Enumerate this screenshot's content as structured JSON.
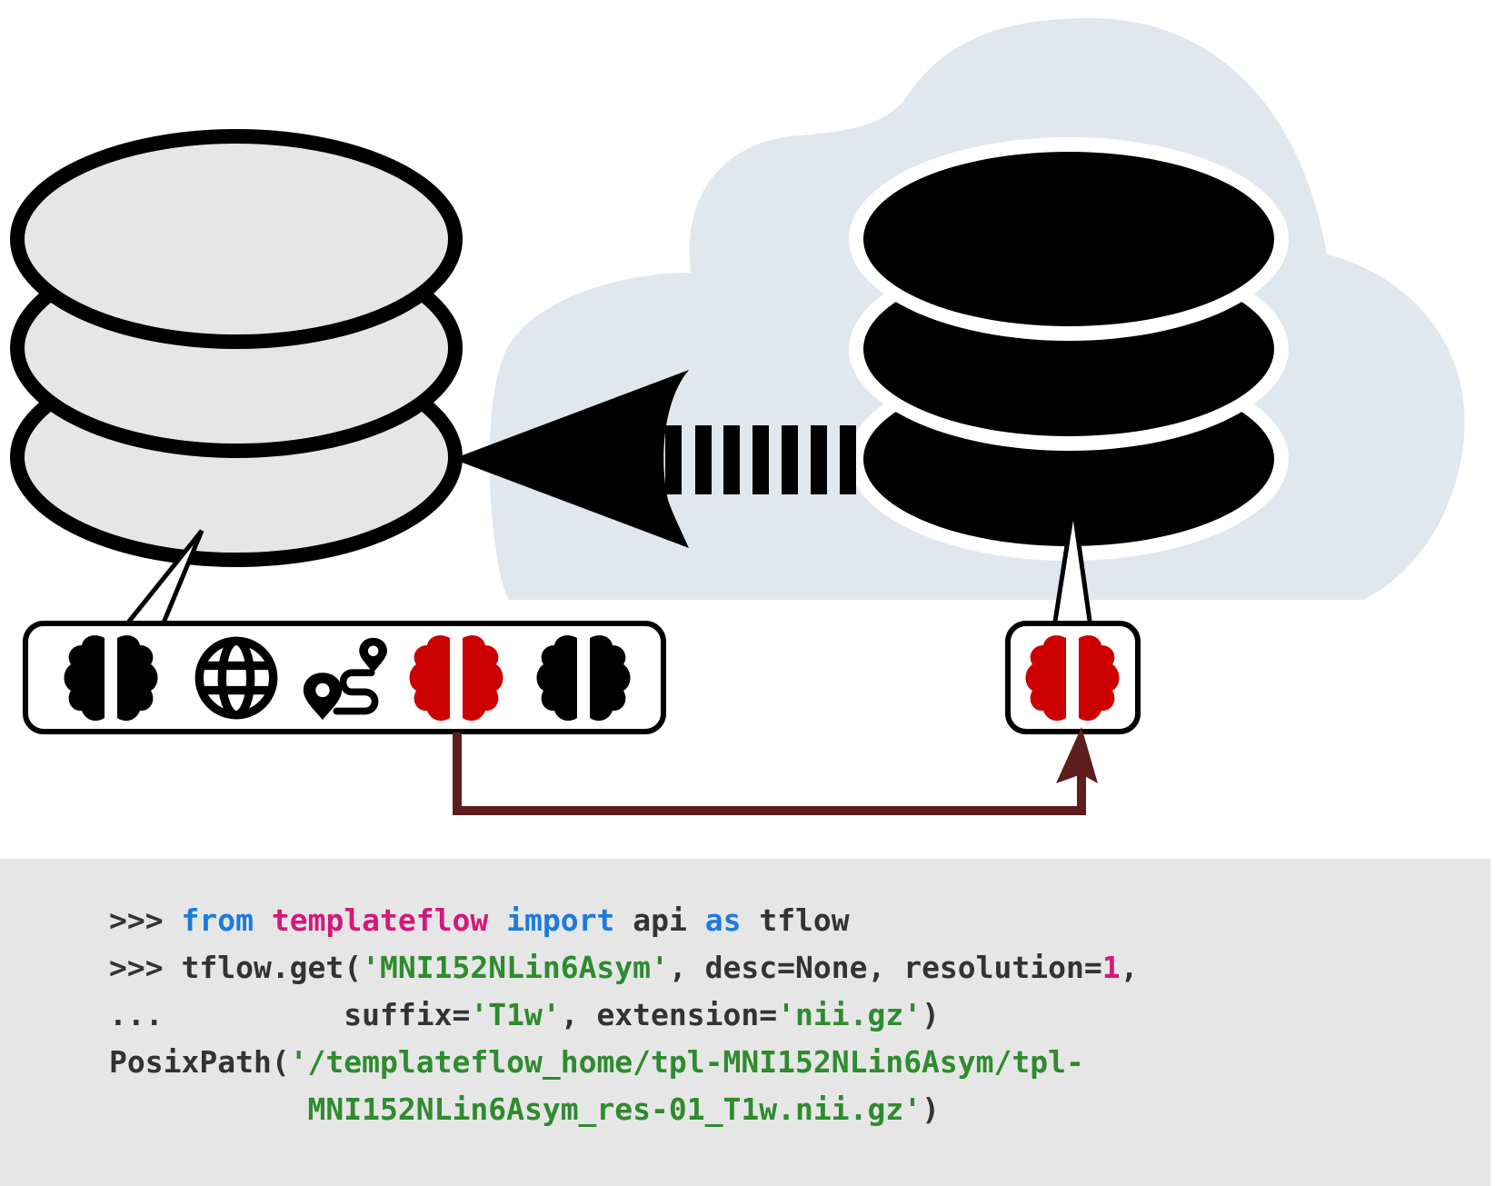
{
  "colors": {
    "cloud": "#e1e7ee",
    "local_db_fill": "#e6e6e6",
    "remote_db_fill": "#000000",
    "brain_red": "#cc0000",
    "brain_black": "#000000",
    "arrow_dark_red": "#5e1e1e",
    "panel_bg": "#e6e6e6",
    "code_plain": "#333333",
    "code_keyword": "#1a7be0",
    "code_module": "#d4187a",
    "code_string": "#2e8b2e",
    "code_number": "#d4187a"
  },
  "local_cache": {
    "icons": [
      "brain-icon",
      "globe-icon",
      "route-icon",
      "brain-icon",
      "brain-icon"
    ],
    "selected_index": 3
  },
  "remote_archive": {
    "icons": [
      "brain-icon"
    ]
  },
  "code": {
    "lines": [
      [
        {
          "t": ">>> ",
          "k": "plain"
        },
        {
          "t": "from",
          "k": "kw"
        },
        {
          "t": " ",
          "k": "plain"
        },
        {
          "t": "templateflow",
          "k": "mod"
        },
        {
          "t": " ",
          "k": "plain"
        },
        {
          "t": "import",
          "k": "kw"
        },
        {
          "t": " api ",
          "k": "plain"
        },
        {
          "t": "as",
          "k": "kw"
        },
        {
          "t": " tflow",
          "k": "plain"
        }
      ],
      [
        {
          "t": ">>> tflow.get(",
          "k": "plain"
        },
        {
          "t": "'MNI152NLin6Asym'",
          "k": "str"
        },
        {
          "t": ", desc=None, resolution=",
          "k": "plain"
        },
        {
          "t": "1",
          "k": "num"
        },
        {
          "t": ",",
          "k": "plain"
        }
      ],
      [
        {
          "t": "...          suffix=",
          "k": "plain"
        },
        {
          "t": "'T1w'",
          "k": "str"
        },
        {
          "t": ", extension=",
          "k": "plain"
        },
        {
          "t": "'nii.gz'",
          "k": "str"
        },
        {
          "t": ")",
          "k": "plain"
        }
      ],
      [
        {
          "t": "PosixPath(",
          "k": "plain"
        },
        {
          "t": "'/templateflow_home/tpl-MNI152NLin6Asym/tpl-",
          "k": "str"
        }
      ],
      [
        {
          "t": "           ",
          "k": "plain"
        },
        {
          "t": "MNI152NLin6Asym_res-01_T1w.nii.gz'",
          "k": "str"
        },
        {
          "t": ")",
          "k": "plain"
        }
      ]
    ]
  }
}
